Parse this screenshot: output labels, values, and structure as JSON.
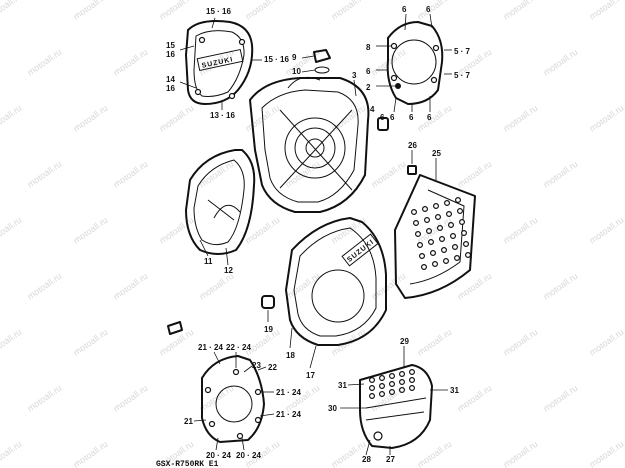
{
  "watermark": "motoall.ru",
  "model_code": "GSX-R750RK E1",
  "logo_text": "SUZUKI",
  "labels": [
    {
      "id": "l-15-16-top",
      "text": "15 · 16"
    },
    {
      "id": "l-15-16-left",
      "text": "15\n16"
    },
    {
      "id": "l-15-16-right",
      "text": "15 · 16"
    },
    {
      "id": "l-14-16",
      "text": "14\n16"
    },
    {
      "id": "l-13-16",
      "text": "13 · 16"
    },
    {
      "id": "l-9",
      "text": "9"
    },
    {
      "id": "l-10",
      "text": "10"
    },
    {
      "id": "l-3",
      "text": "3"
    },
    {
      "id": "l-11",
      "text": "11"
    },
    {
      "id": "l-12",
      "text": "12"
    },
    {
      "id": "l-6a",
      "text": "6"
    },
    {
      "id": "l-6b",
      "text": "6"
    },
    {
      "id": "l-8",
      "text": "8"
    },
    {
      "id": "l-5-7a",
      "text": "5 · 7"
    },
    {
      "id": "l-6c",
      "text": "6"
    },
    {
      "id": "l-5-7b",
      "text": "5 · 7"
    },
    {
      "id": "l-2",
      "text": "2"
    },
    {
      "id": "l-6d",
      "text": "6"
    },
    {
      "id": "l-6e",
      "text": "6"
    },
    {
      "id": "l-6f",
      "text": "6"
    },
    {
      "id": "l-6g",
      "text": "6"
    },
    {
      "id": "l-4",
      "text": "4"
    },
    {
      "id": "l-26",
      "text": "26"
    },
    {
      "id": "l-25",
      "text": "25"
    },
    {
      "id": "l-19",
      "text": "19"
    },
    {
      "id": "l-18",
      "text": "18"
    },
    {
      "id": "l-17",
      "text": "17"
    },
    {
      "id": "l-21-24a",
      "text": "21 · 24"
    },
    {
      "id": "l-22-24",
      "text": "22 · 24"
    },
    {
      "id": "l-23",
      "text": "23"
    },
    {
      "id": "l-22",
      "text": "22"
    },
    {
      "id": "l-21-24b",
      "text": "21 · 24"
    },
    {
      "id": "l-21-24c",
      "text": "21 · 24"
    },
    {
      "id": "l-21",
      "text": "21"
    },
    {
      "id": "l-20-24a",
      "text": "20 · 24"
    },
    {
      "id": "l-20-24b",
      "text": "20 · 24"
    },
    {
      "id": "l-29",
      "text": "29"
    },
    {
      "id": "l-31a",
      "text": "31"
    },
    {
      "id": "l-31b",
      "text": "31"
    },
    {
      "id": "l-30",
      "text": "30"
    },
    {
      "id": "l-28",
      "text": "28"
    },
    {
      "id": "l-27",
      "text": "27"
    }
  ]
}
